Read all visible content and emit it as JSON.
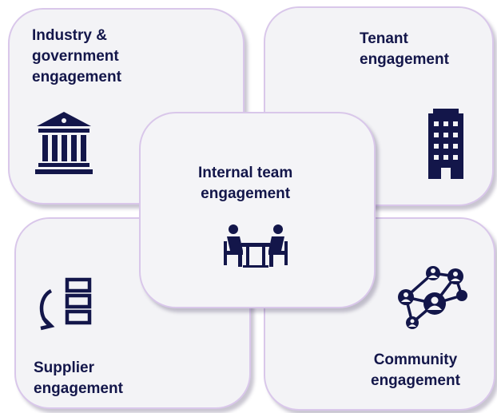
{
  "diagram": {
    "colors": {
      "card_fill": "#f3f3f6",
      "card_border": "#d9c7ea",
      "text_and_icons": "#13164a"
    },
    "boxes": {
      "industry": {
        "label": "Industry &\ngovernment\nengagement",
        "icon": "government-building-icon"
      },
      "tenant": {
        "label": "Tenant\nengagement",
        "icon": "office-tower-icon"
      },
      "supplier": {
        "label": "Supplier\nengagement",
        "icon": "supply-list-icon"
      },
      "community": {
        "label": "Community\nengagement",
        "icon": "network-people-icon"
      },
      "internal": {
        "label": "Internal team\nengagement",
        "icon": "team-meeting-icon"
      }
    }
  }
}
